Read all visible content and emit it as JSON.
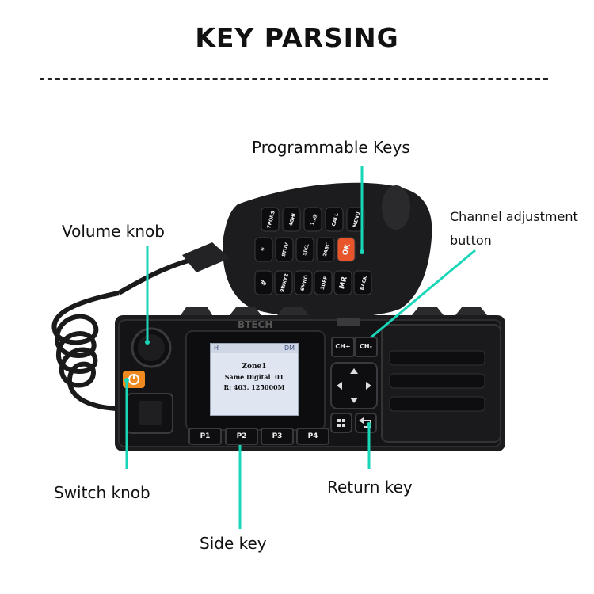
{
  "title": "KEY PARSING",
  "colors": {
    "leader_line": "#1ad6b8",
    "ok_key": "#e8552a",
    "power_button": "#f08a1e",
    "body": "#1c1c1e",
    "screen": "#dfe6f2"
  },
  "callouts": {
    "programmable_keys": "Programmable Keys",
    "volume_knob": "Volume knob",
    "channel_adjustment_line1": "Channel adjustment",
    "channel_adjustment_line2": "button",
    "switch_knob": "Switch knob",
    "return_key": "Return key",
    "side_key": "Side key"
  },
  "mic_keys": {
    "row1": [
      "7PQRS",
      "4GHI",
      "1.,@",
      "CALL",
      "MENU"
    ],
    "row2": [
      "*",
      "8TUV",
      "5JKL",
      "2ABC",
      "OK"
    ],
    "row3": [
      "#",
      "9WXYZ",
      "6MNO",
      "3DEF",
      "MR",
      "BACK"
    ]
  },
  "screen": {
    "icon_left": "H",
    "mode": "DM",
    "line1": "Zone1",
    "line2": "Same Digital  01",
    "line3": "R: 403. 125000M"
  },
  "front_keys": {
    "ch_up": "CH+",
    "ch_down": "CH-",
    "side": [
      "P1",
      "P2",
      "P3",
      "P4"
    ]
  }
}
